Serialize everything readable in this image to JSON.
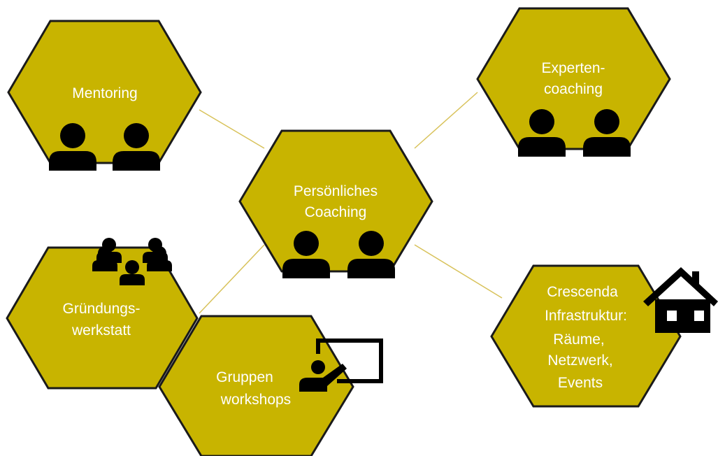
{
  "colors": {
    "hex_fill": "#c8b400",
    "hex_stroke": "#1a1a1a",
    "connector": "#d8c25a",
    "label_text": "#ffffff",
    "icon": "#000000"
  },
  "nodes": {
    "mentoring": {
      "line1": "Mentoring",
      "icon": "two-people-icon"
    },
    "experten": {
      "line1": "Experten-",
      "line2": "coaching",
      "icon": "two-people-icon"
    },
    "persoenliches": {
      "line1": "Persönliches",
      "line2": "Coaching",
      "icon": "two-people-icon"
    },
    "gruendung": {
      "line1": "Gründungs-",
      "line2": "werkstatt",
      "icon": "group-icon"
    },
    "gruppen": {
      "line1": "Gruppen",
      "line2": "workshops",
      "icon": "presenter-board-icon"
    },
    "crescenda": {
      "line1": "Crescenda",
      "line2": "Infrastruktur:",
      "line3": "Räume,",
      "line4": "Netzwerk,",
      "line5": "Events",
      "icon": "house-icon"
    }
  }
}
